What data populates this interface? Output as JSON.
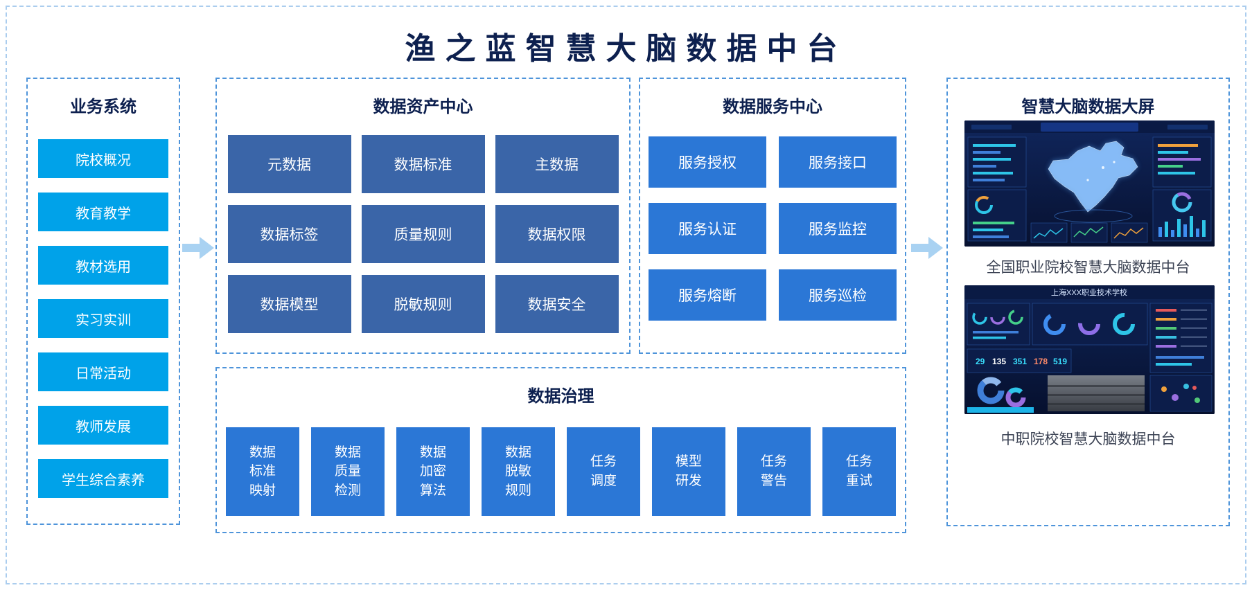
{
  "page": {
    "title": "渔之蓝智慧大脑数据中台"
  },
  "business_systems": {
    "title": "业务系统",
    "items": [
      "院校概况",
      "教育教学",
      "教材选用",
      "实习实训",
      "日常活动",
      "教师发展",
      "学生综合素养"
    ]
  },
  "data_asset_center": {
    "title": "数据资产中心",
    "items": [
      "元数据",
      "数据标准",
      "主数据",
      "数据标签",
      "质量规则",
      "数据权限",
      "数据模型",
      "脱敏规则",
      "数据安全"
    ]
  },
  "data_service_center": {
    "title": "数据服务中心",
    "items": [
      "服务授权",
      "服务接口",
      "服务认证",
      "服务监控",
      "服务熔断",
      "服务巡检"
    ]
  },
  "data_governance": {
    "title": "数据治理",
    "items": [
      "数据\n标准\n映射",
      "数据\n质量\n检测",
      "数据\n加密\n算法",
      "数据\n脱敏\n规则",
      "任务\n调度",
      "模型\n研发",
      "任务\n警告",
      "任务\n重试"
    ]
  },
  "data_screen": {
    "title": "智慧大脑数据大屏",
    "screens": [
      {
        "caption": "全国职业院校智慧大脑数据中台"
      },
      {
        "screen_title": "上海XXX职业技术学校",
        "caption": "中职院校智慧大脑数据中台",
        "stats": [
          "29",
          "135",
          "351",
          "178",
          "519"
        ]
      }
    ]
  },
  "colors": {
    "accent_cyan": "#00a2e9",
    "indigo_blue": "#3a65a8",
    "primary_blue": "#2b77d6",
    "panel_border": "#4e94da",
    "outer_border": "#abcdee",
    "title_navy": "#0d204f",
    "caption_color": "#3c4354",
    "arrow_blue": "#a9d2f2"
  }
}
